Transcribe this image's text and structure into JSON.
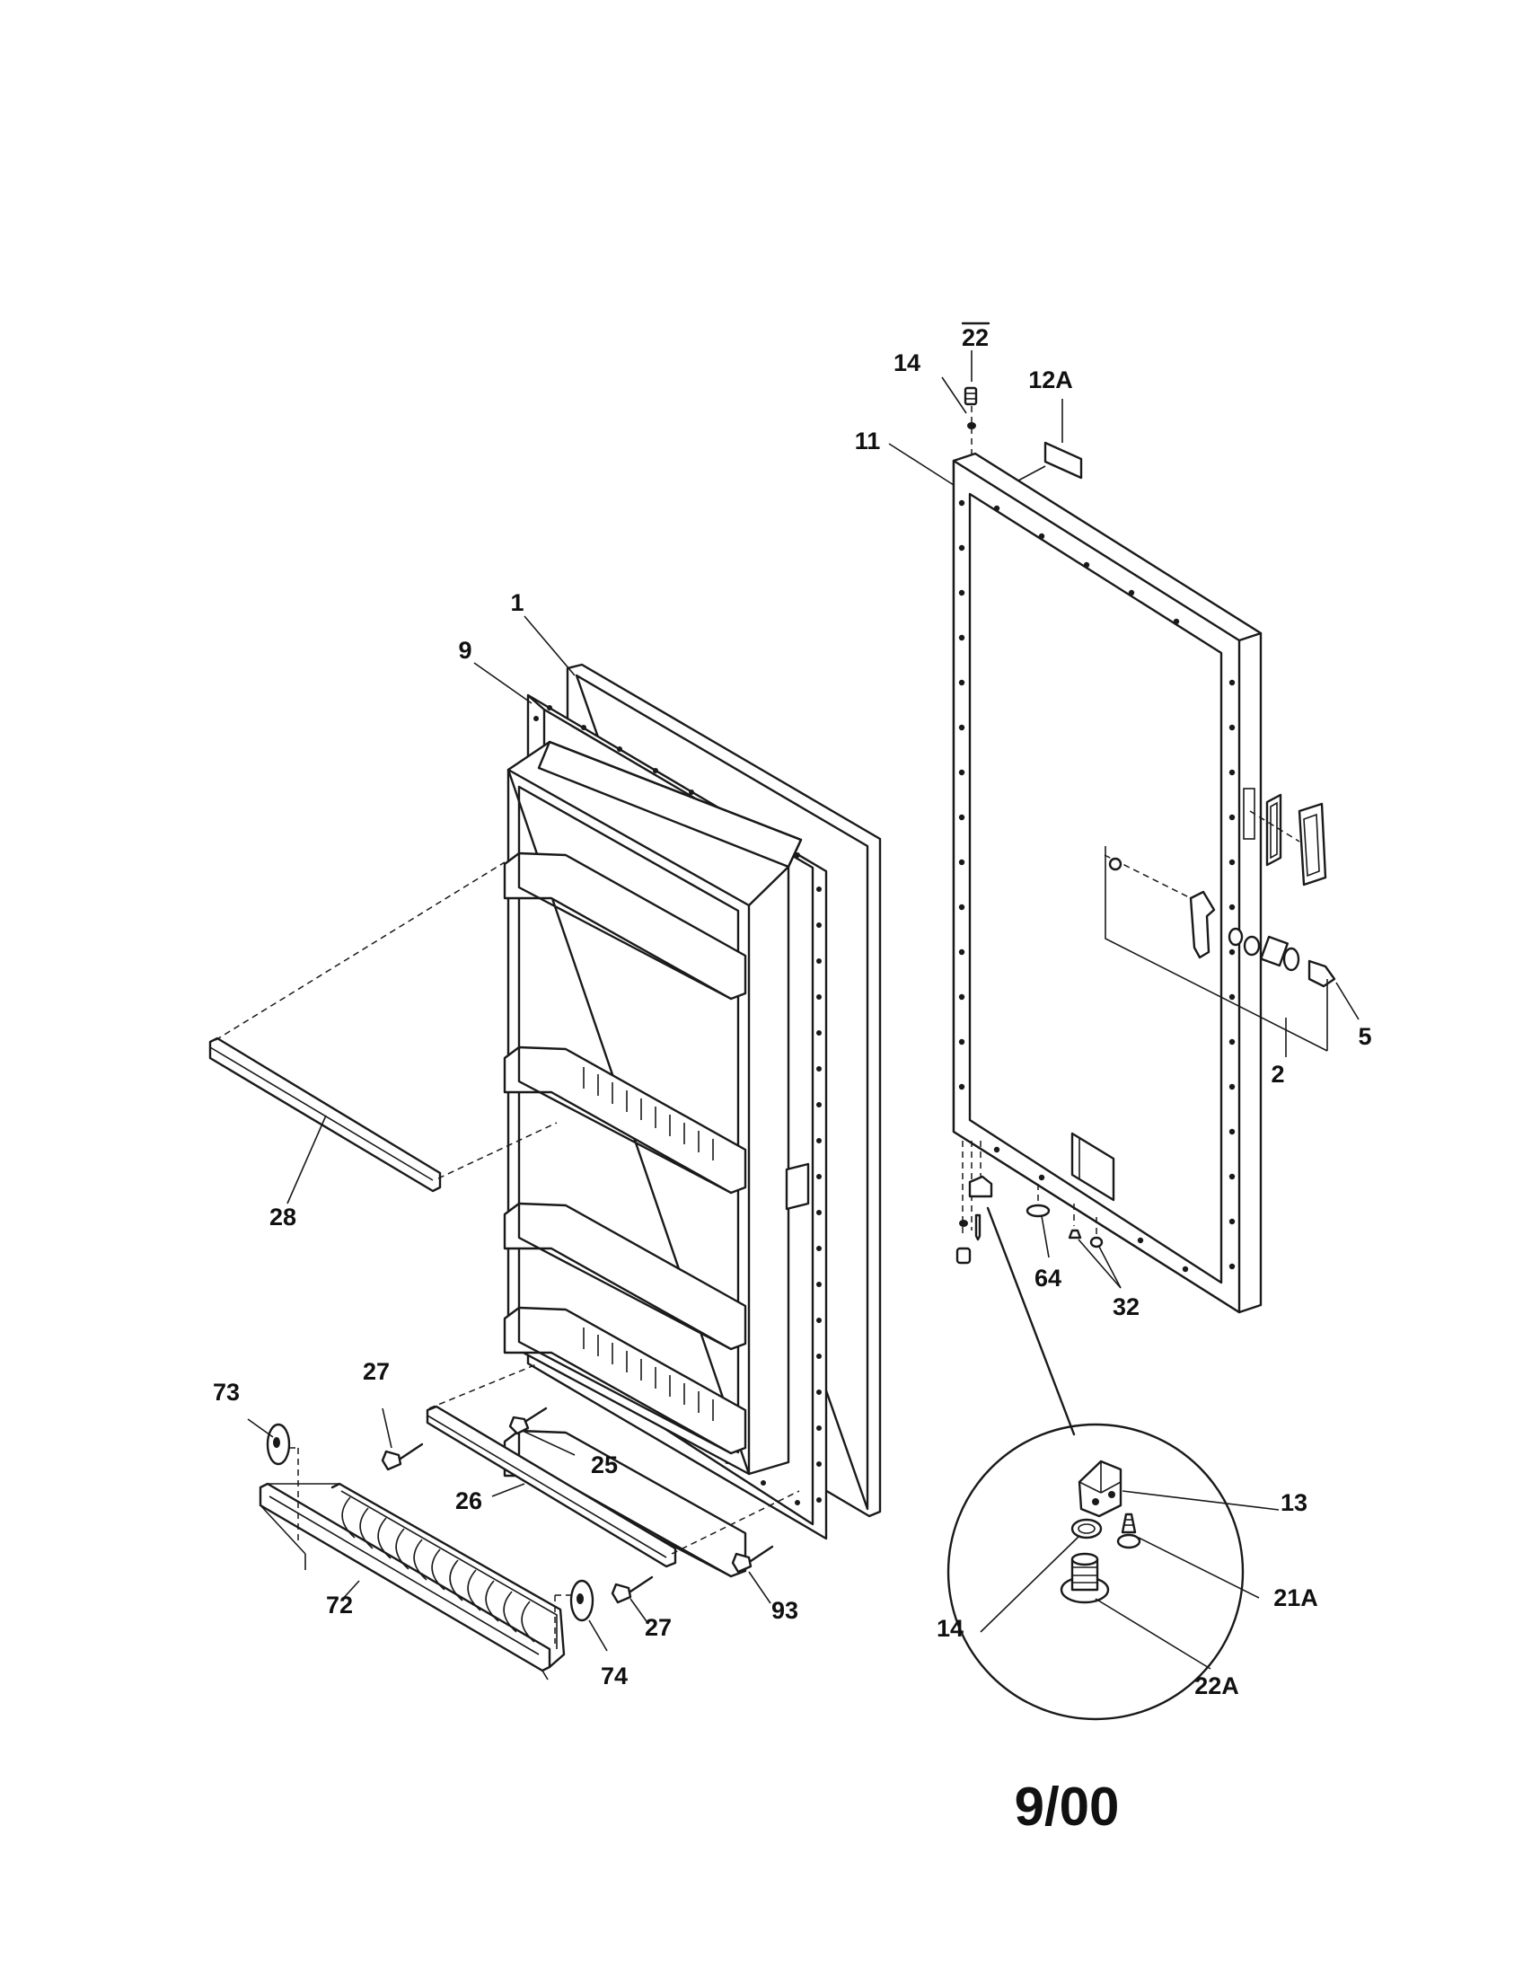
{
  "labels": {
    "p22_top": "22",
    "p14_top": "14",
    "p12A": "12A",
    "p11": "11",
    "p1": "1",
    "p9": "9",
    "p5": "5",
    "p2": "2",
    "p28": "28",
    "p64": "64",
    "p32": "32",
    "p27_left": "27",
    "p73": "73",
    "p25": "25",
    "p26": "26",
    "p13": "13",
    "p21A": "21A",
    "p14_detail": "14",
    "p22A": "22A",
    "p72": "72",
    "p27_bottom": "27",
    "p93": "93",
    "p74": "74"
  },
  "date_code": "9/00"
}
